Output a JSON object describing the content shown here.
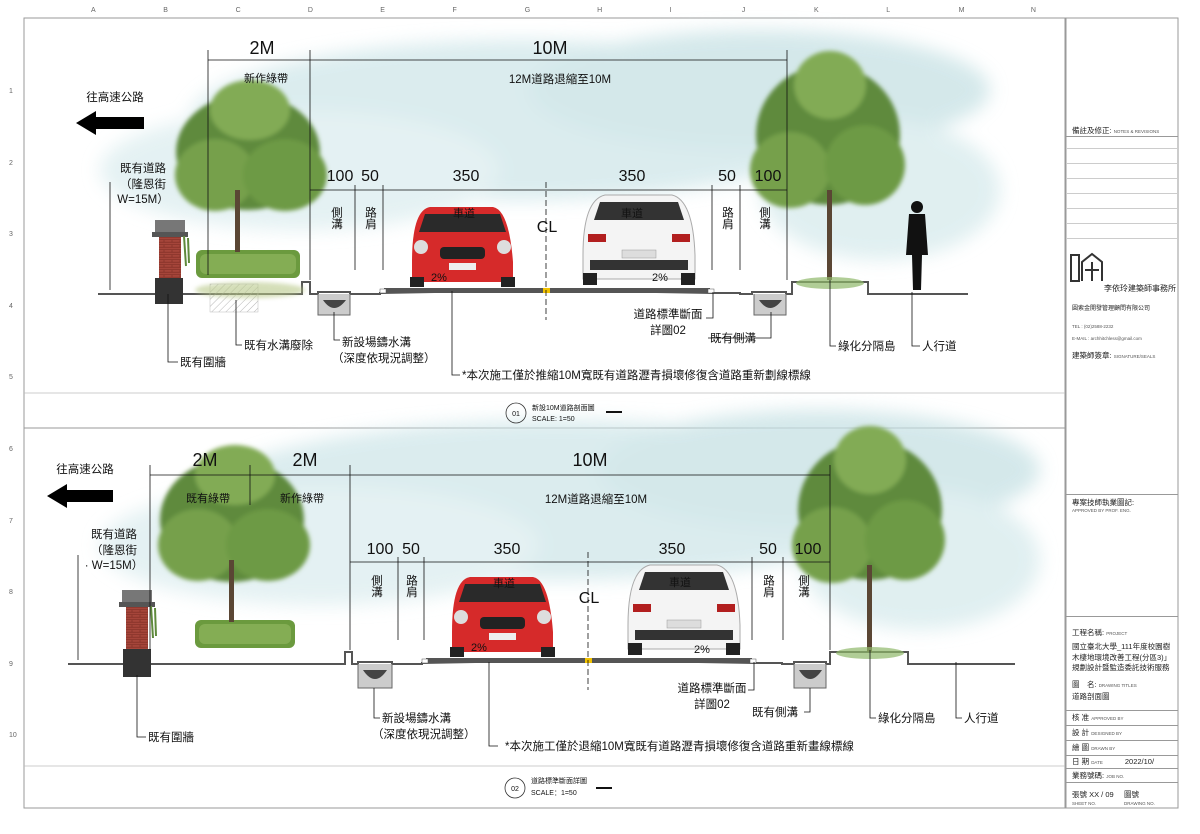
{
  "grid": {
    "columns": [
      "A",
      "B",
      "C",
      "D",
      "E",
      "F",
      "G",
      "H",
      "I",
      "J",
      "K",
      "L",
      "M",
      "N"
    ],
    "rows": [
      "1",
      "2",
      "3",
      "4",
      "5",
      "6",
      "7",
      "8",
      "9",
      "10"
    ]
  },
  "panel1": {
    "dim_left": "2M",
    "dim_main": "10M",
    "green_label": "新作綠帶",
    "retreat": "12M道路退縮至10M",
    "arrow_label": "往高速公路",
    "existing_road": [
      "既有道路",
      "（隆恩街",
      " W=15M）"
    ],
    "dims": [
      "100",
      "50",
      "350",
      "350",
      "50",
      "100"
    ],
    "v_left_ditch": "側溝",
    "v_left_shoulder": "路肩",
    "v_right_shoulder": "路肩",
    "v_right_ditch": "側溝",
    "car_left": "車道",
    "car_right": "車道",
    "cl": "CL",
    "slope_left": "2%",
    "slope_right": "2%",
    "callout_wall": "既有圍牆",
    "callout_drain_removed": "既有水溝廢除",
    "callout_new_drain": "新設場鑄水溝",
    "callout_new_drain_2": "（深度依現況調整）",
    "callout_std_section": "道路標準斷面",
    "callout_std_section_2": "詳圖02",
    "callout_side_ditch": "既有側溝",
    "callout_median": "綠化分隔島",
    "callout_sidewalk": "人行道",
    "note": "*本次施工僅於推縮10M寬既有道路瀝青損壞修復含道路重新劃線標線",
    "scale_num": "01",
    "scale_title": "新設10M道路剖面圖",
    "scale_text": "SCALE: 1=50"
  },
  "panel2": {
    "dim_left1": "2M",
    "dim_left2": "2M",
    "dim_main": "10M",
    "green_existing": "既有綠帶",
    "green_new": "新作綠帶",
    "retreat": "12M道路退縮至10M",
    "arrow_label": "往高速公路",
    "existing_road": [
      "既有道路",
      "（隆恩街",
      "· W=15M）"
    ],
    "dims": [
      "100",
      "50",
      "350",
      "350",
      "50",
      "100"
    ],
    "v_left_ditch": "側溝",
    "v_left_shoulder": "路肩",
    "v_right_shoulder": "路肩",
    "v_right_ditch": "側溝",
    "car_left": "車道",
    "car_right": "車道",
    "cl": "CL",
    "slope_left": "2%",
    "slope_right": "2%",
    "callout_wall": "既有圍牆",
    "callout_new_drain": "新設場鑄水溝",
    "callout_new_drain_2": "（深度依現況調整）",
    "callout_std_section": "道路標準斷面",
    "callout_std_section_2": "詳圖02",
    "callout_side_ditch": "既有側溝",
    "callout_median": "綠化分隔島",
    "callout_sidewalk": "人行道",
    "note": "*本次施工僅於退縮10M寬既有道路瀝青損壞修復含道路重新畫線標線",
    "scale_num": "02",
    "scale_title": "道路標準斷面詳圖",
    "scale_text": "SCALE：1=50"
  },
  "title_block": {
    "notes": "備註及修正:",
    "notes_en": "NOTES & REVISIONS",
    "firm_name": "李依玲建築師事務所",
    "company": "圓索金開發管理顧問有限公司",
    "tel": "TEL : (02)2588-2232",
    "email": "E-MAIL : archhitchless@gmail.com",
    "architect_sign": "建築師簽章:",
    "architect_sign_en": "SIGNATURE/SEALS",
    "engineer": "專案技師執業圖記:",
    "engineer_en": "APPROVED BY PROF. ENG.",
    "project_label": "工程名稱:",
    "project_label_en": "PROJECT",
    "project_name": "國立臺北大學_111年度校園樹木棲地環境改善工程(分區3)」規劃設計暨監造委託技術服務",
    "drawing_title_label": "圖　名:",
    "drawing_title_en": "DRAWING TITLES",
    "drawing_title": "道路剖面圖",
    "approved": "核 准",
    "approved_en": "APPROVED BY",
    "designed": "設 計",
    "designed_en": "DESIGNED BY",
    "drawn": "繪 圖",
    "drawn_en": "DRAWN BY",
    "date": "日 期",
    "date_en": "DATE",
    "date_value": "2022/10/",
    "job_no": "業務號碼:",
    "job_no_en": "JOB NO.",
    "sheet_label": "張號",
    "sheet_label_en": "SHEET NO.",
    "sheet_no": "XX / 09",
    "drawing_no_label": "圖號",
    "drawing_no_en": "DRAWING NO."
  },
  "colors": {
    "sky": "#cfe6e9",
    "tree": "#5f8a3c",
    "hedge": "#6b9a3e",
    "brick": "#a5453a",
    "car_red": "#d62a2a",
    "car_white": "#f4f4f4",
    "road": "#444444",
    "arrow": "#000000"
  }
}
